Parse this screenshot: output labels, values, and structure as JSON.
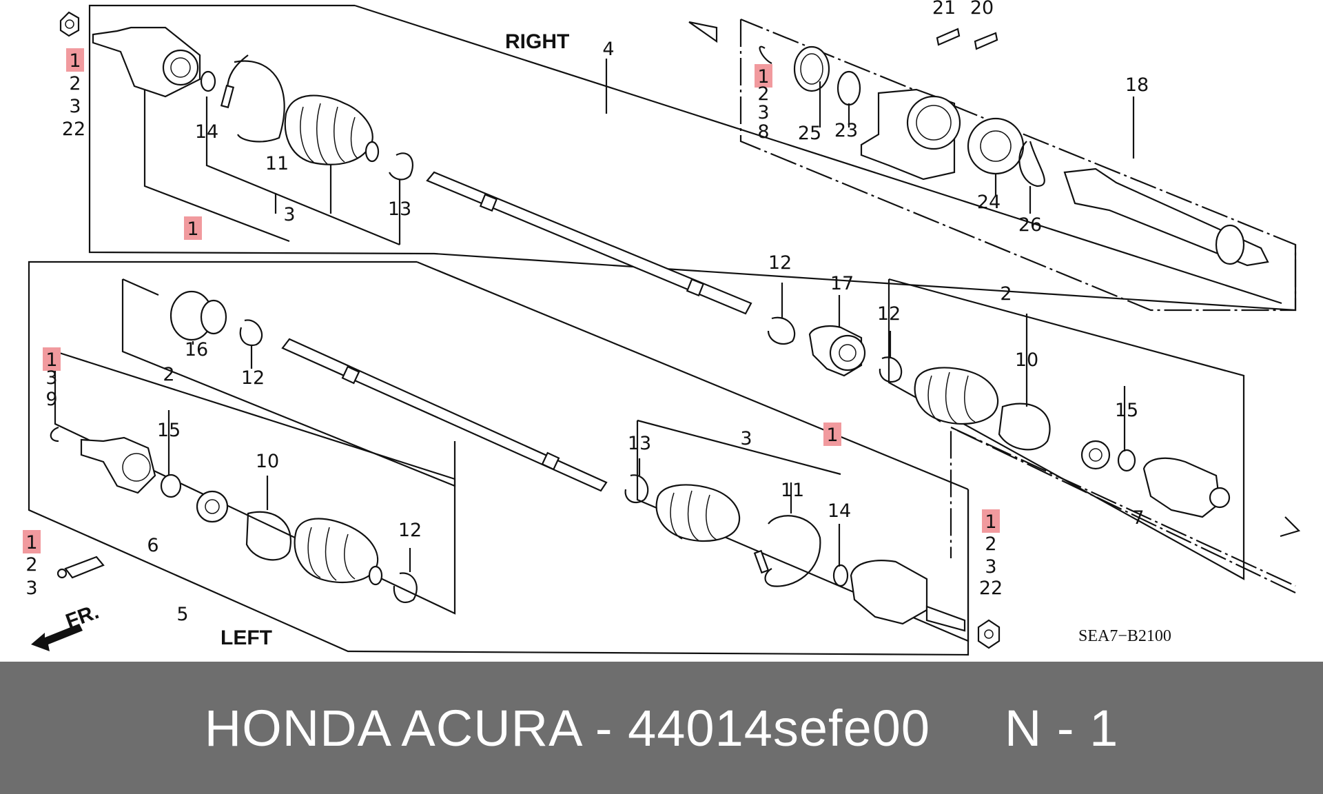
{
  "diagram": {
    "sections": {
      "right": "RIGHT",
      "left": "LEFT"
    },
    "direction": "FR.",
    "code": "SEA7−B2100",
    "highlight_color": "#f19a9e",
    "callouts": [
      {
        "id": "c-1-a",
        "text": "1",
        "hl": true
      },
      {
        "id": "c-2-a",
        "text": "2"
      },
      {
        "id": "c-3-a",
        "text": "3"
      },
      {
        "id": "c-22-a",
        "text": "22"
      },
      {
        "id": "c-14-a",
        "text": "14"
      },
      {
        "id": "c-11-a",
        "text": "11"
      },
      {
        "id": "c-3-b",
        "text": "3"
      },
      {
        "id": "c-1-b",
        "text": "1",
        "hl": true
      },
      {
        "id": "c-13-a",
        "text": "13"
      },
      {
        "id": "c-4",
        "text": "4"
      },
      {
        "id": "c-21",
        "text": "21"
      },
      {
        "id": "c-20",
        "text": "20"
      },
      {
        "id": "c-1-c",
        "text": "1",
        "hl": true
      },
      {
        "id": "c-2-c",
        "text": "2"
      },
      {
        "id": "c-3-c",
        "text": "3"
      },
      {
        "id": "c-8",
        "text": "8"
      },
      {
        "id": "c-25",
        "text": "25"
      },
      {
        "id": "c-23",
        "text": "23"
      },
      {
        "id": "c-18",
        "text": "18"
      },
      {
        "id": "c-24",
        "text": "24"
      },
      {
        "id": "c-26",
        "text": "26"
      },
      {
        "id": "c-12-a",
        "text": "12"
      },
      {
        "id": "c-17",
        "text": "17"
      },
      {
        "id": "c-12-b",
        "text": "12"
      },
      {
        "id": "c-2-b",
        "text": "2"
      },
      {
        "id": "c-10-a",
        "text": "10"
      },
      {
        "id": "c-15-a",
        "text": "15"
      },
      {
        "id": "c-16",
        "text": "16"
      },
      {
        "id": "c-12-c",
        "text": "12"
      },
      {
        "id": "c-1-d",
        "text": "1",
        "hl": true
      },
      {
        "id": "c-3-d",
        "text": "3"
      },
      {
        "id": "c-9",
        "text": "9"
      },
      {
        "id": "c-2-d",
        "text": "2"
      },
      {
        "id": "c-15-b",
        "text": "15"
      },
      {
        "id": "c-10-b",
        "text": "10"
      },
      {
        "id": "c-12-d",
        "text": "12"
      },
      {
        "id": "c-6",
        "text": "6"
      },
      {
        "id": "c-1-e",
        "text": "1",
        "hl": true
      },
      {
        "id": "c-2-e",
        "text": "2"
      },
      {
        "id": "c-3-e",
        "text": "3"
      },
      {
        "id": "c-5",
        "text": "5"
      },
      {
        "id": "c-13-b",
        "text": "13"
      },
      {
        "id": "c-3-f",
        "text": "3"
      },
      {
        "id": "c-11-b",
        "text": "11"
      },
      {
        "id": "c-14-b",
        "text": "14"
      },
      {
        "id": "c-1-f",
        "text": "1",
        "hl": true
      },
      {
        "id": "c-1-g",
        "text": "1",
        "hl": true
      },
      {
        "id": "c-2-g",
        "text": "2"
      },
      {
        "id": "c-3-g",
        "text": "3"
      },
      {
        "id": "c-22-g",
        "text": "22"
      },
      {
        "id": "c-7",
        "text": "7"
      }
    ]
  },
  "footer": {
    "text": "HONDA ACURA - 44014sefe00     N - 1",
    "background": "#6e6e6e",
    "color": "#ffffff"
  }
}
